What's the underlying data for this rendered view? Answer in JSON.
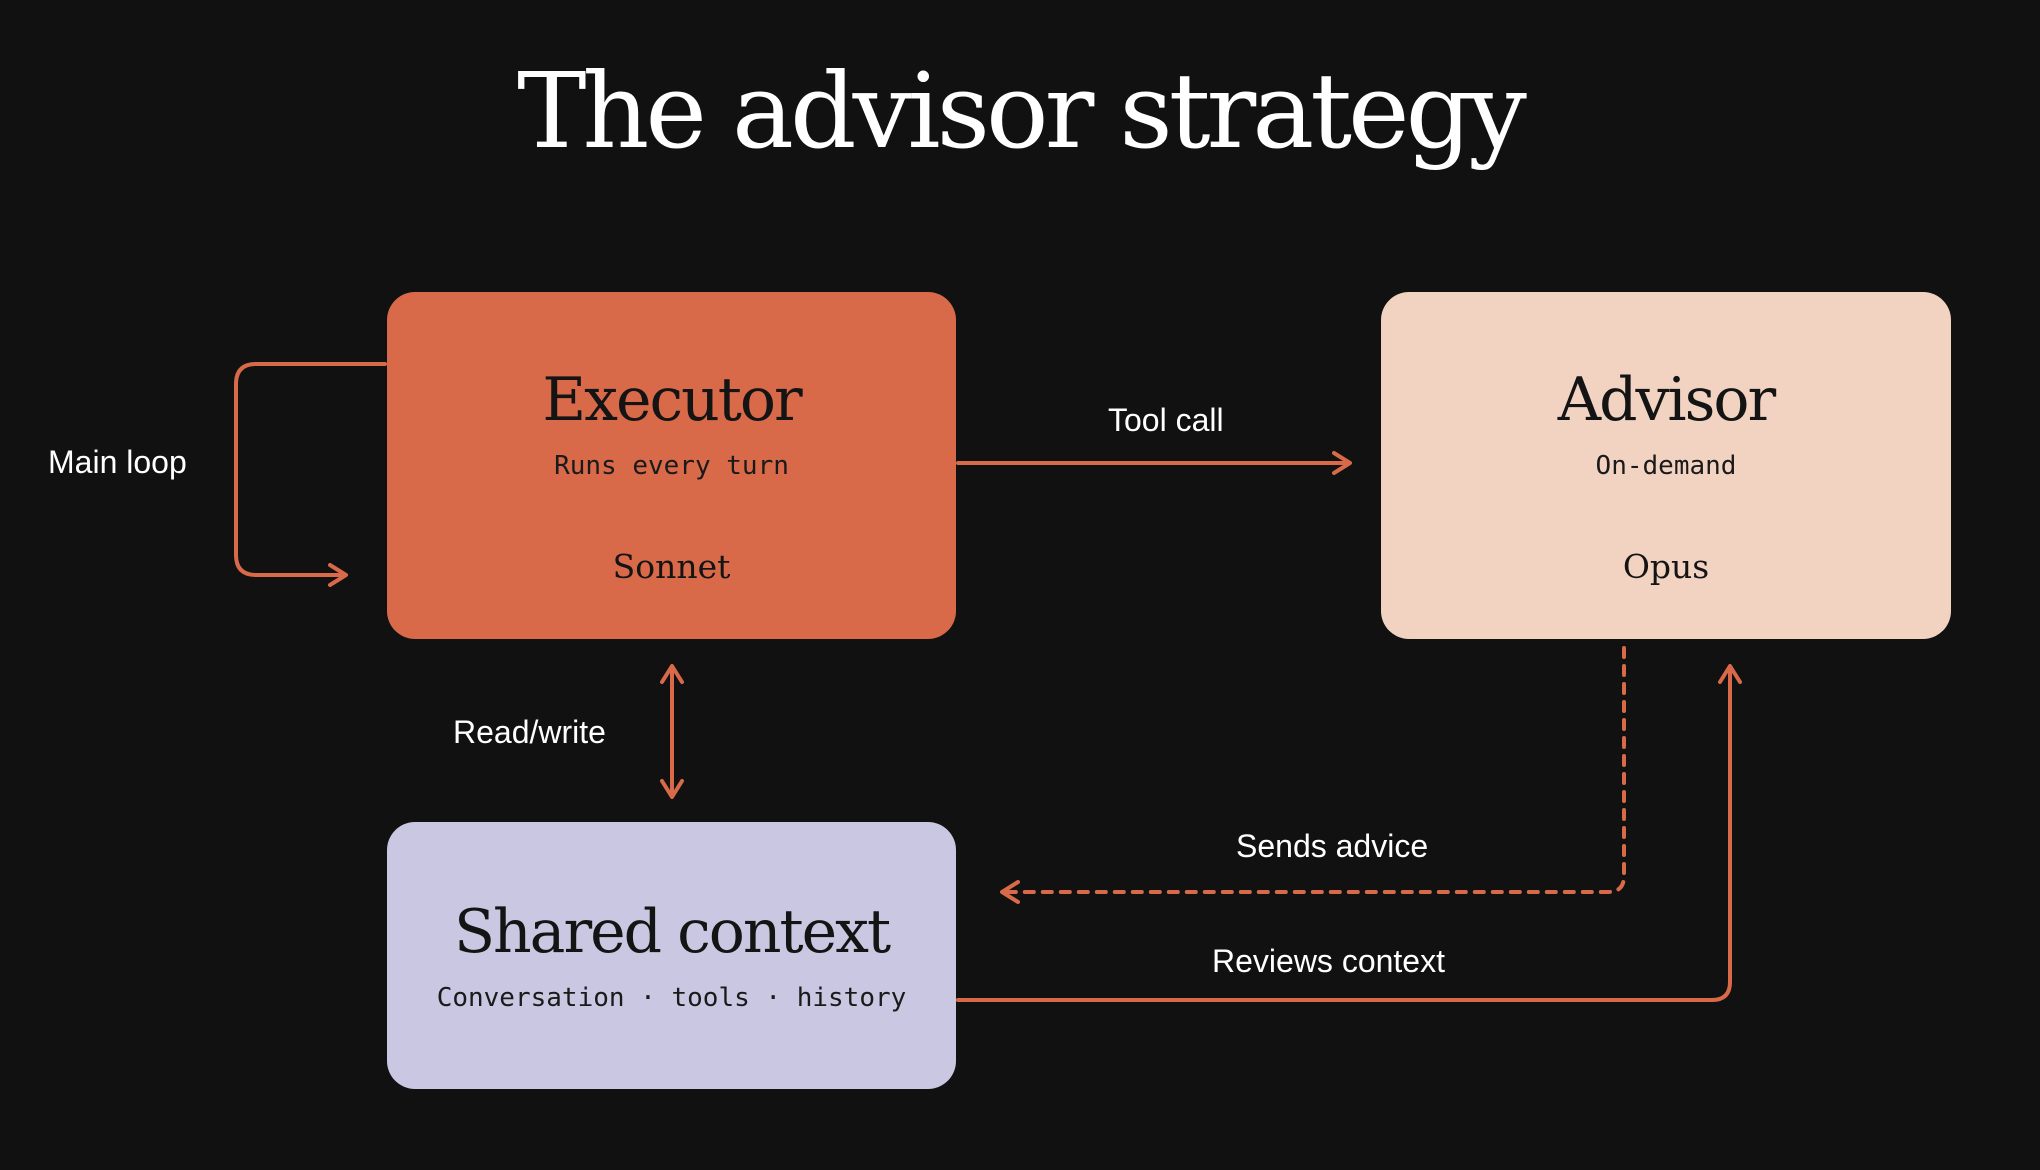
{
  "title": "The advisor strategy",
  "executor": {
    "title": "Executor",
    "subtitle": "Runs every turn",
    "model": "Sonnet"
  },
  "advisor": {
    "title": "Advisor",
    "subtitle": "On-demand",
    "model": "Opus"
  },
  "shared_context": {
    "title": "Shared context",
    "subtitle": "Conversation · tools · history"
  },
  "edges": {
    "main_loop": "Main loop",
    "tool_call": "Tool call",
    "read_write": "Read/write",
    "sends_advice": "Sends advice",
    "reviews_context": "Reviews context"
  },
  "colors": {
    "background": "#111111",
    "executor": "#D96A49",
    "advisor": "#F2D3C2",
    "shared_context": "#C9C7E1",
    "arrow": "#D96A49"
  }
}
